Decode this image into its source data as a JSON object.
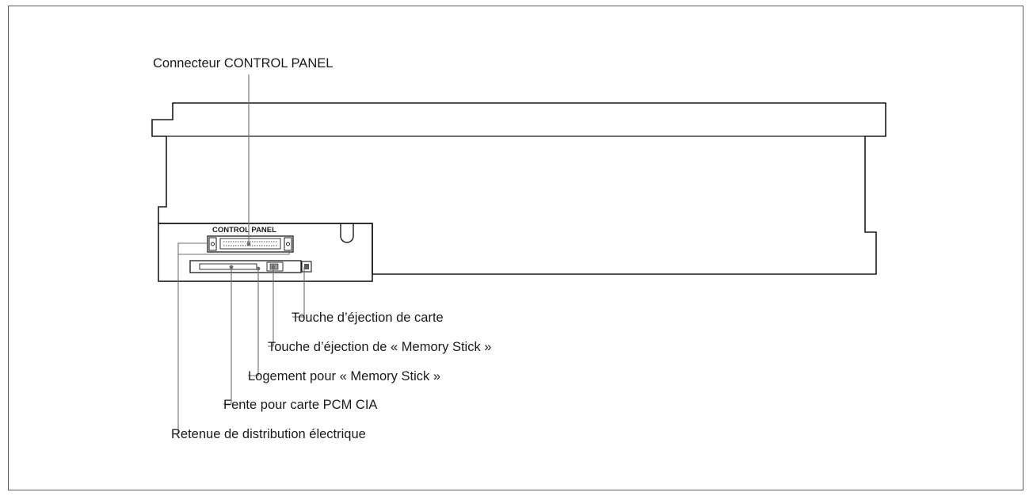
{
  "labels": {
    "control_panel_connector": "Connecteur CONTROL PANEL",
    "panel_marking": "CONTROL PANEL",
    "card_eject_button": "Touche d’éjection de carte",
    "memory_stick_eject_button": "Touche d’éjection de « Memory Stick »",
    "memory_stick_slot": "Logement pour « Memory Stick »",
    "pcmcia_slot": "Fente pour carte PCM CIA",
    "power_retainer": "Retenue de distribution électrique"
  },
  "colors": {
    "line": "#1a1a1a",
    "leader": "#6e6e6e"
  }
}
